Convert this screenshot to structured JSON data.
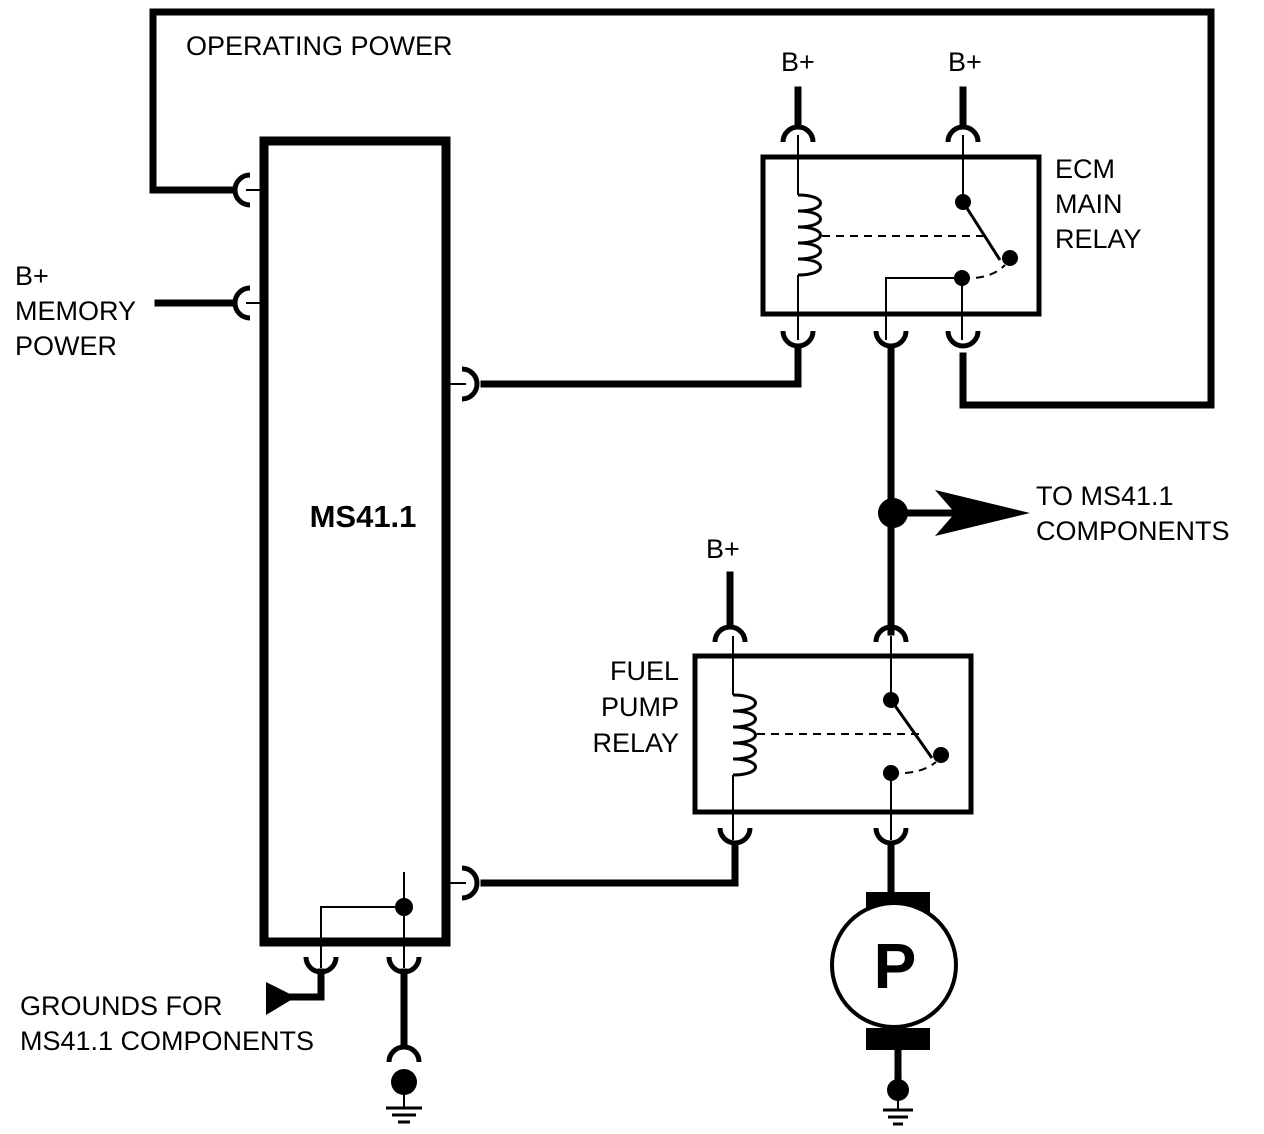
{
  "labels": {
    "operating_power": "OPERATING POWER",
    "b_plus": "B+",
    "memory_power_line1": "MEMORY",
    "memory_power_line2": "POWER",
    "ecm": "MS41.1",
    "ecm_relay_line1": "ECM",
    "ecm_relay_line2": "MAIN",
    "ecm_relay_line3": "RELAY",
    "to_components_line1": "TO MS41.1",
    "to_components_line2": "COMPONENTS",
    "fuel_relay_line1": "FUEL",
    "fuel_relay_line2": "PUMP",
    "fuel_relay_line3": "RELAY",
    "grounds_line1": "GROUNDS FOR",
    "grounds_line2": "MS41.1 COMPONENTS",
    "pump": "P"
  }
}
